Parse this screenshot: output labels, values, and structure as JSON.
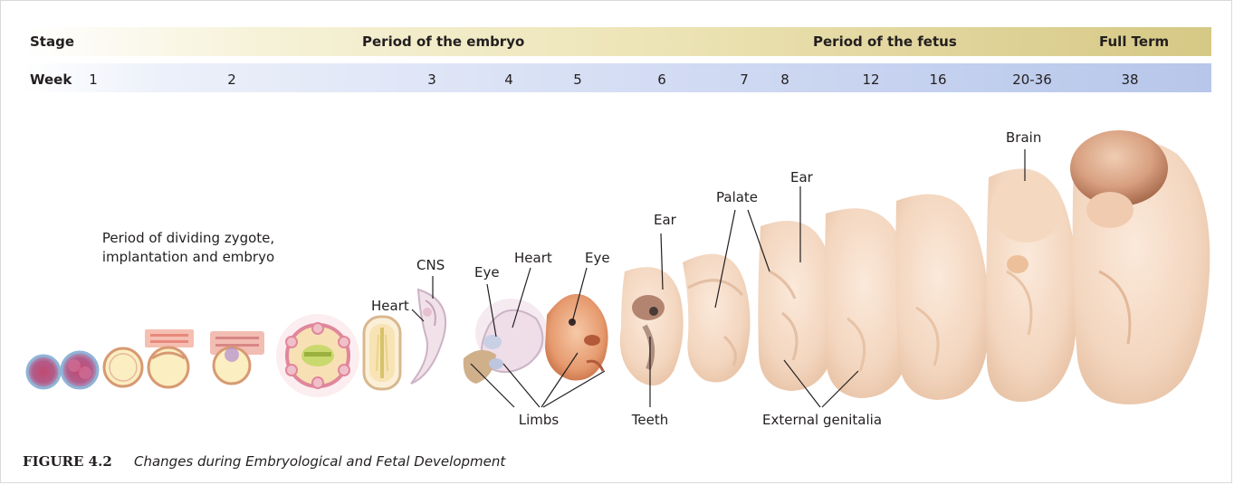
{
  "stage_row": {
    "label": "Stage",
    "embryo_period": "Period of the embryo",
    "fetus_period": "Period of the fetus",
    "full_term": "Full Term"
  },
  "week_row": {
    "label": "Week",
    "weeks": [
      "1",
      "2",
      "3",
      "4",
      "5",
      "6",
      "7",
      "8",
      "12",
      "16",
      "20-36",
      "38"
    ]
  },
  "annotations": {
    "dividing_note": "Period of dividing zygote, implantation and embryo",
    "heart_1": "Heart",
    "cns": "CNS",
    "eye_1": "Eye",
    "heart_2": "Heart",
    "eye_2": "Eye",
    "ear_1": "Ear",
    "palate": "Palate",
    "ear_2": "Ear",
    "brain": "Brain",
    "limbs": "Limbs",
    "teeth": "Teeth",
    "external_genitalia": "External genitalia"
  },
  "caption": {
    "number": "FIGURE 4.2",
    "text": "Changes during Embryological and Fetal Development"
  },
  "colors": {
    "stage_band": "#ddd093",
    "week_band": "#c2cfee",
    "skin": "#f5dcc6",
    "skin_dark": "#e9b99a",
    "label_line": "#231f20"
  }
}
